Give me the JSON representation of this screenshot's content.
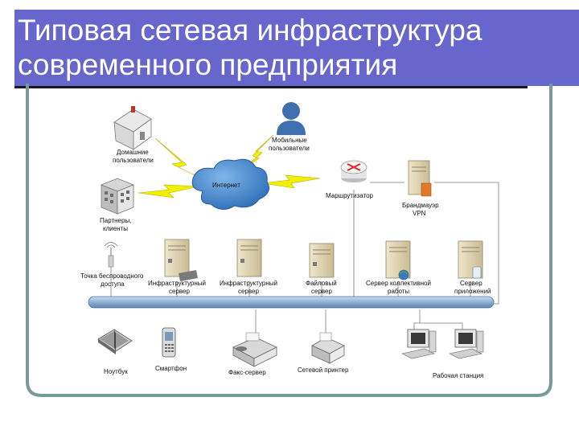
{
  "title": {
    "line1": "Типовая сетевая инфраструктура",
    "line2": "современного предприятия"
  },
  "colors": {
    "title_background": "#6666cc",
    "frame": "#7a9a9a",
    "backbone": "#9ab8d8",
    "lightning": "#f2f000",
    "cloud": "#4a88cc",
    "server": "#ddd2b0"
  },
  "labels": {
    "home_users": [
      "Домашние",
      "пользователи"
    ],
    "mobile_users": [
      "Мобильные",
      "пользователи"
    ],
    "internet": "Интернет",
    "router": "Маршрутизатор",
    "firewall": [
      "Брандмауэр",
      "VPN"
    ],
    "partners": [
      "Партнеры,",
      "клиенты"
    ],
    "wireless_ap": [
      "Точка беспроводного",
      "доступа"
    ],
    "infra_server_1": [
      "Инфраструктурный",
      "сервер"
    ],
    "infra_server_2": [
      "Инфраструктурный",
      "сервер"
    ],
    "file_server": [
      "Файловый",
      "сервер"
    ],
    "collab_server": [
      "Сервер коллективной",
      "работы"
    ],
    "app_server": [
      "Сервер",
      "приложений"
    ],
    "laptop": "Ноутбук",
    "smartphone": "Смартфон",
    "fax_server": "Факс-сервер",
    "network_printer": "Сетевой принтер",
    "workstation": "Рабочая станция"
  }
}
